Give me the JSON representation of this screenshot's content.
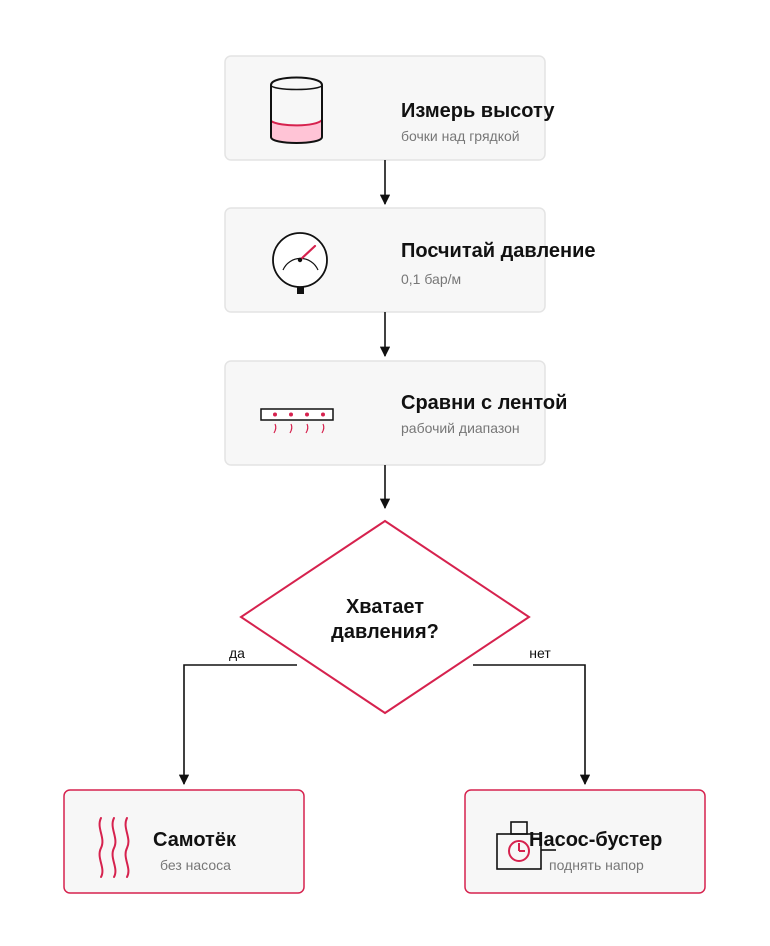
{
  "colors": {
    "accent": "#d6224e",
    "accent_fill": "#ffc4d6",
    "box_fill": "#f7f7f7",
    "box_stroke": "#e4e4e4",
    "line": "#111111",
    "text": "#111111",
    "muted": "#777777"
  },
  "steps": [
    {
      "title": "Измерь высоту",
      "subtitle": "бочки над грядкой",
      "icon": "barrel-icon"
    },
    {
      "title": "Посчитай давление",
      "subtitle": "0,1 бар/м",
      "icon": "pressure-gauge-icon"
    },
    {
      "title": "Сравни с лентой",
      "subtitle": "рабочий диапазон",
      "icon": "drip-tape-icon"
    }
  ],
  "decision": {
    "line1": "Хватает",
    "line2": "давления?"
  },
  "branches": {
    "yes": {
      "label": "да",
      "title": "Самотёк",
      "subtitle": "без насоса",
      "icon": "gravity-flow-icon"
    },
    "no": {
      "label": "нет",
      "title": "Насос-бустер",
      "subtitle": "поднять напор",
      "icon": "booster-pump-icon"
    }
  }
}
